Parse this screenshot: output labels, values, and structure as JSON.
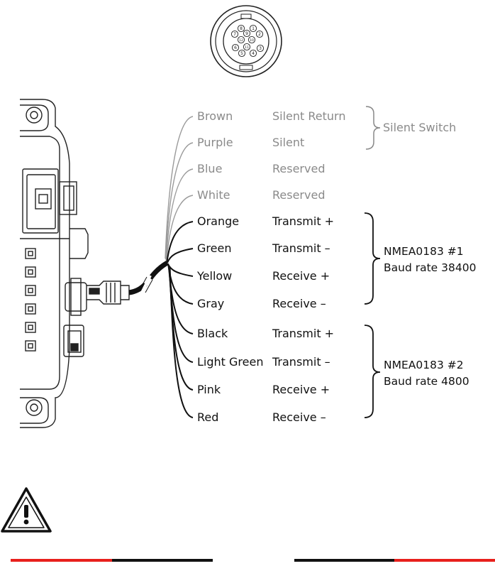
{
  "connector": {
    "pins": [
      "1",
      "2",
      "3",
      "4",
      "5",
      "6",
      "7",
      "8",
      "9",
      "10",
      "11",
      "12"
    ],
    "key_mark": "1"
  },
  "wires": [
    {
      "color": "Brown",
      "signal": "Silent Return",
      "style": "grey"
    },
    {
      "color": "Purple",
      "signal": "Silent",
      "style": "grey"
    },
    {
      "color": "Blue",
      "signal": "Reserved",
      "style": "grey"
    },
    {
      "color": "White",
      "signal": "Reserved",
      "style": "grey"
    },
    {
      "color": "Orange",
      "signal": "Transmit +",
      "style": "black"
    },
    {
      "color": "Green",
      "signal": "Transmit –",
      "style": "black"
    },
    {
      "color": "Yellow",
      "signal": "Receive +",
      "style": "black"
    },
    {
      "color": "Gray",
      "signal": "Receive –",
      "style": "black"
    },
    {
      "color": "Black",
      "signal": "Transmit +",
      "style": "black"
    },
    {
      "color": "Light Green",
      "signal": "Transmit –",
      "style": "black"
    },
    {
      "color": "Pink",
      "signal": "Receive +",
      "style": "black"
    },
    {
      "color": "Red",
      "signal": "Receive –",
      "style": "black"
    }
  ],
  "groups": {
    "silent": {
      "label": "Silent Switch"
    },
    "nmea1": {
      "line1": "NMEA0183 #1",
      "line2": "Baud rate 38400"
    },
    "nmea2": {
      "line1": "NMEA0183 #2",
      "line2": "Baud rate 4800"
    }
  },
  "warning": {
    "icon": "warning-triangle-icon"
  },
  "footer": {
    "accent_color": "#e8201c",
    "line_color": "#111111"
  }
}
